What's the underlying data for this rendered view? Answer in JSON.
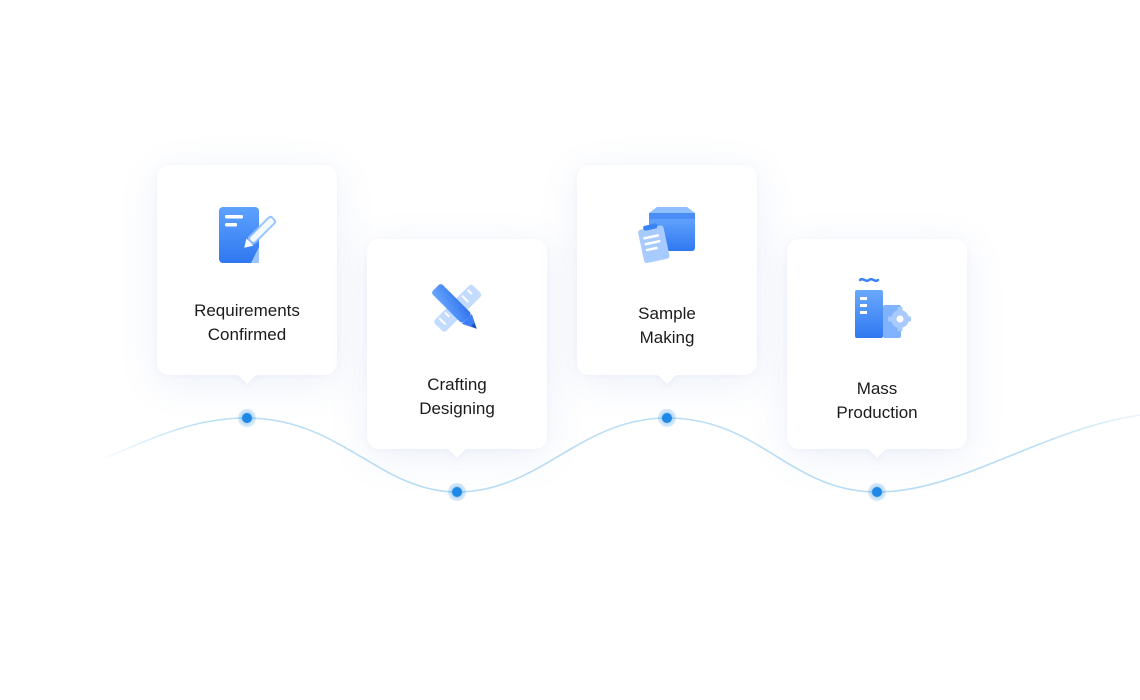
{
  "colors": {
    "accent": "#1e88e5",
    "icon_primary": "#3b82f6",
    "icon_light": "#93c5fd",
    "wave": "#b9def5",
    "text": "#1b1b1b"
  },
  "steps": [
    {
      "line1": "Requirements",
      "line2": "Confirmed",
      "icon": "document-pen-icon"
    },
    {
      "line1": "Crafting",
      "line2": "Designing",
      "icon": "pencil-ruler-icon"
    },
    {
      "line1": "Sample",
      "line2": "Making",
      "icon": "box-clipboard-icon"
    },
    {
      "line1": "Mass",
      "line2": "Production",
      "icon": "factory-gear-icon"
    }
  ]
}
